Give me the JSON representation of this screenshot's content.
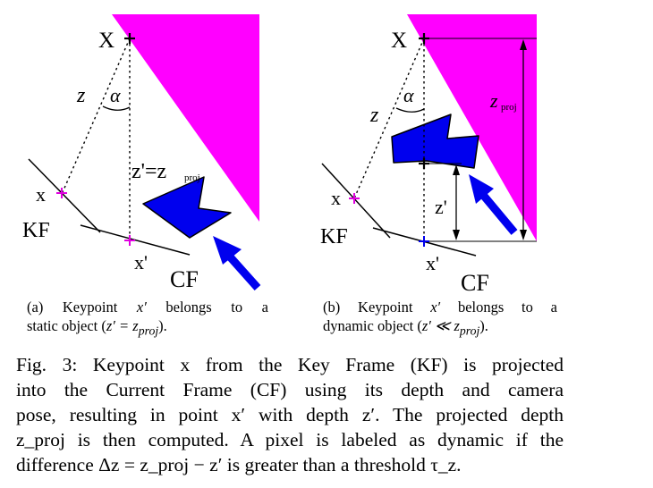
{
  "figure": {
    "panel_a": {
      "labels": {
        "X": "X",
        "z": "z",
        "alpha": "α",
        "z_prime_eq": "z'=z",
        "proj_sub": "proj",
        "x": "x",
        "KF": "KF",
        "x_prime": "x'",
        "CF": "CF"
      },
      "caption": {
        "tag": "(a)",
        "text1": "Keypoint",
        "var": "x′",
        "text2": "belongs to a",
        "text3": "static object (",
        "rel": "z′ = z",
        "rel_sub": "proj",
        "text4": ")."
      }
    },
    "panel_b": {
      "labels": {
        "X": "X",
        "z": "z",
        "alpha": "α",
        "z_proj": "z",
        "proj_sub": "proj",
        "z_prime": "z'",
        "x": "x",
        "KF": "KF",
        "x_prime": "x'",
        "CF": "CF"
      },
      "caption": {
        "tag": "(b)",
        "text1": "Keypoint",
        "var": "x′",
        "text2": "belongs to a",
        "text3": "dynamic object (",
        "rel": "z′ ≪ z",
        "rel_sub": "proj",
        "text4": ")."
      }
    },
    "caption_lines": [
      "Fig. 3:  Keypoint x from the Key Frame (KF) is projected",
      "into the Current Frame (CF) using its depth and camera",
      "pose, resulting in point x′ with depth z′. The projected depth",
      "z_proj is then computed. A pixel is labeled as dynamic if the",
      "difference Δz = z_proj − z′ is greater than a threshold τ_z."
    ]
  },
  "colors": {
    "magenta": "#FF00FF",
    "blue": "#0000EE",
    "point_a": "#E000E0",
    "point_b": "#0000EE"
  }
}
